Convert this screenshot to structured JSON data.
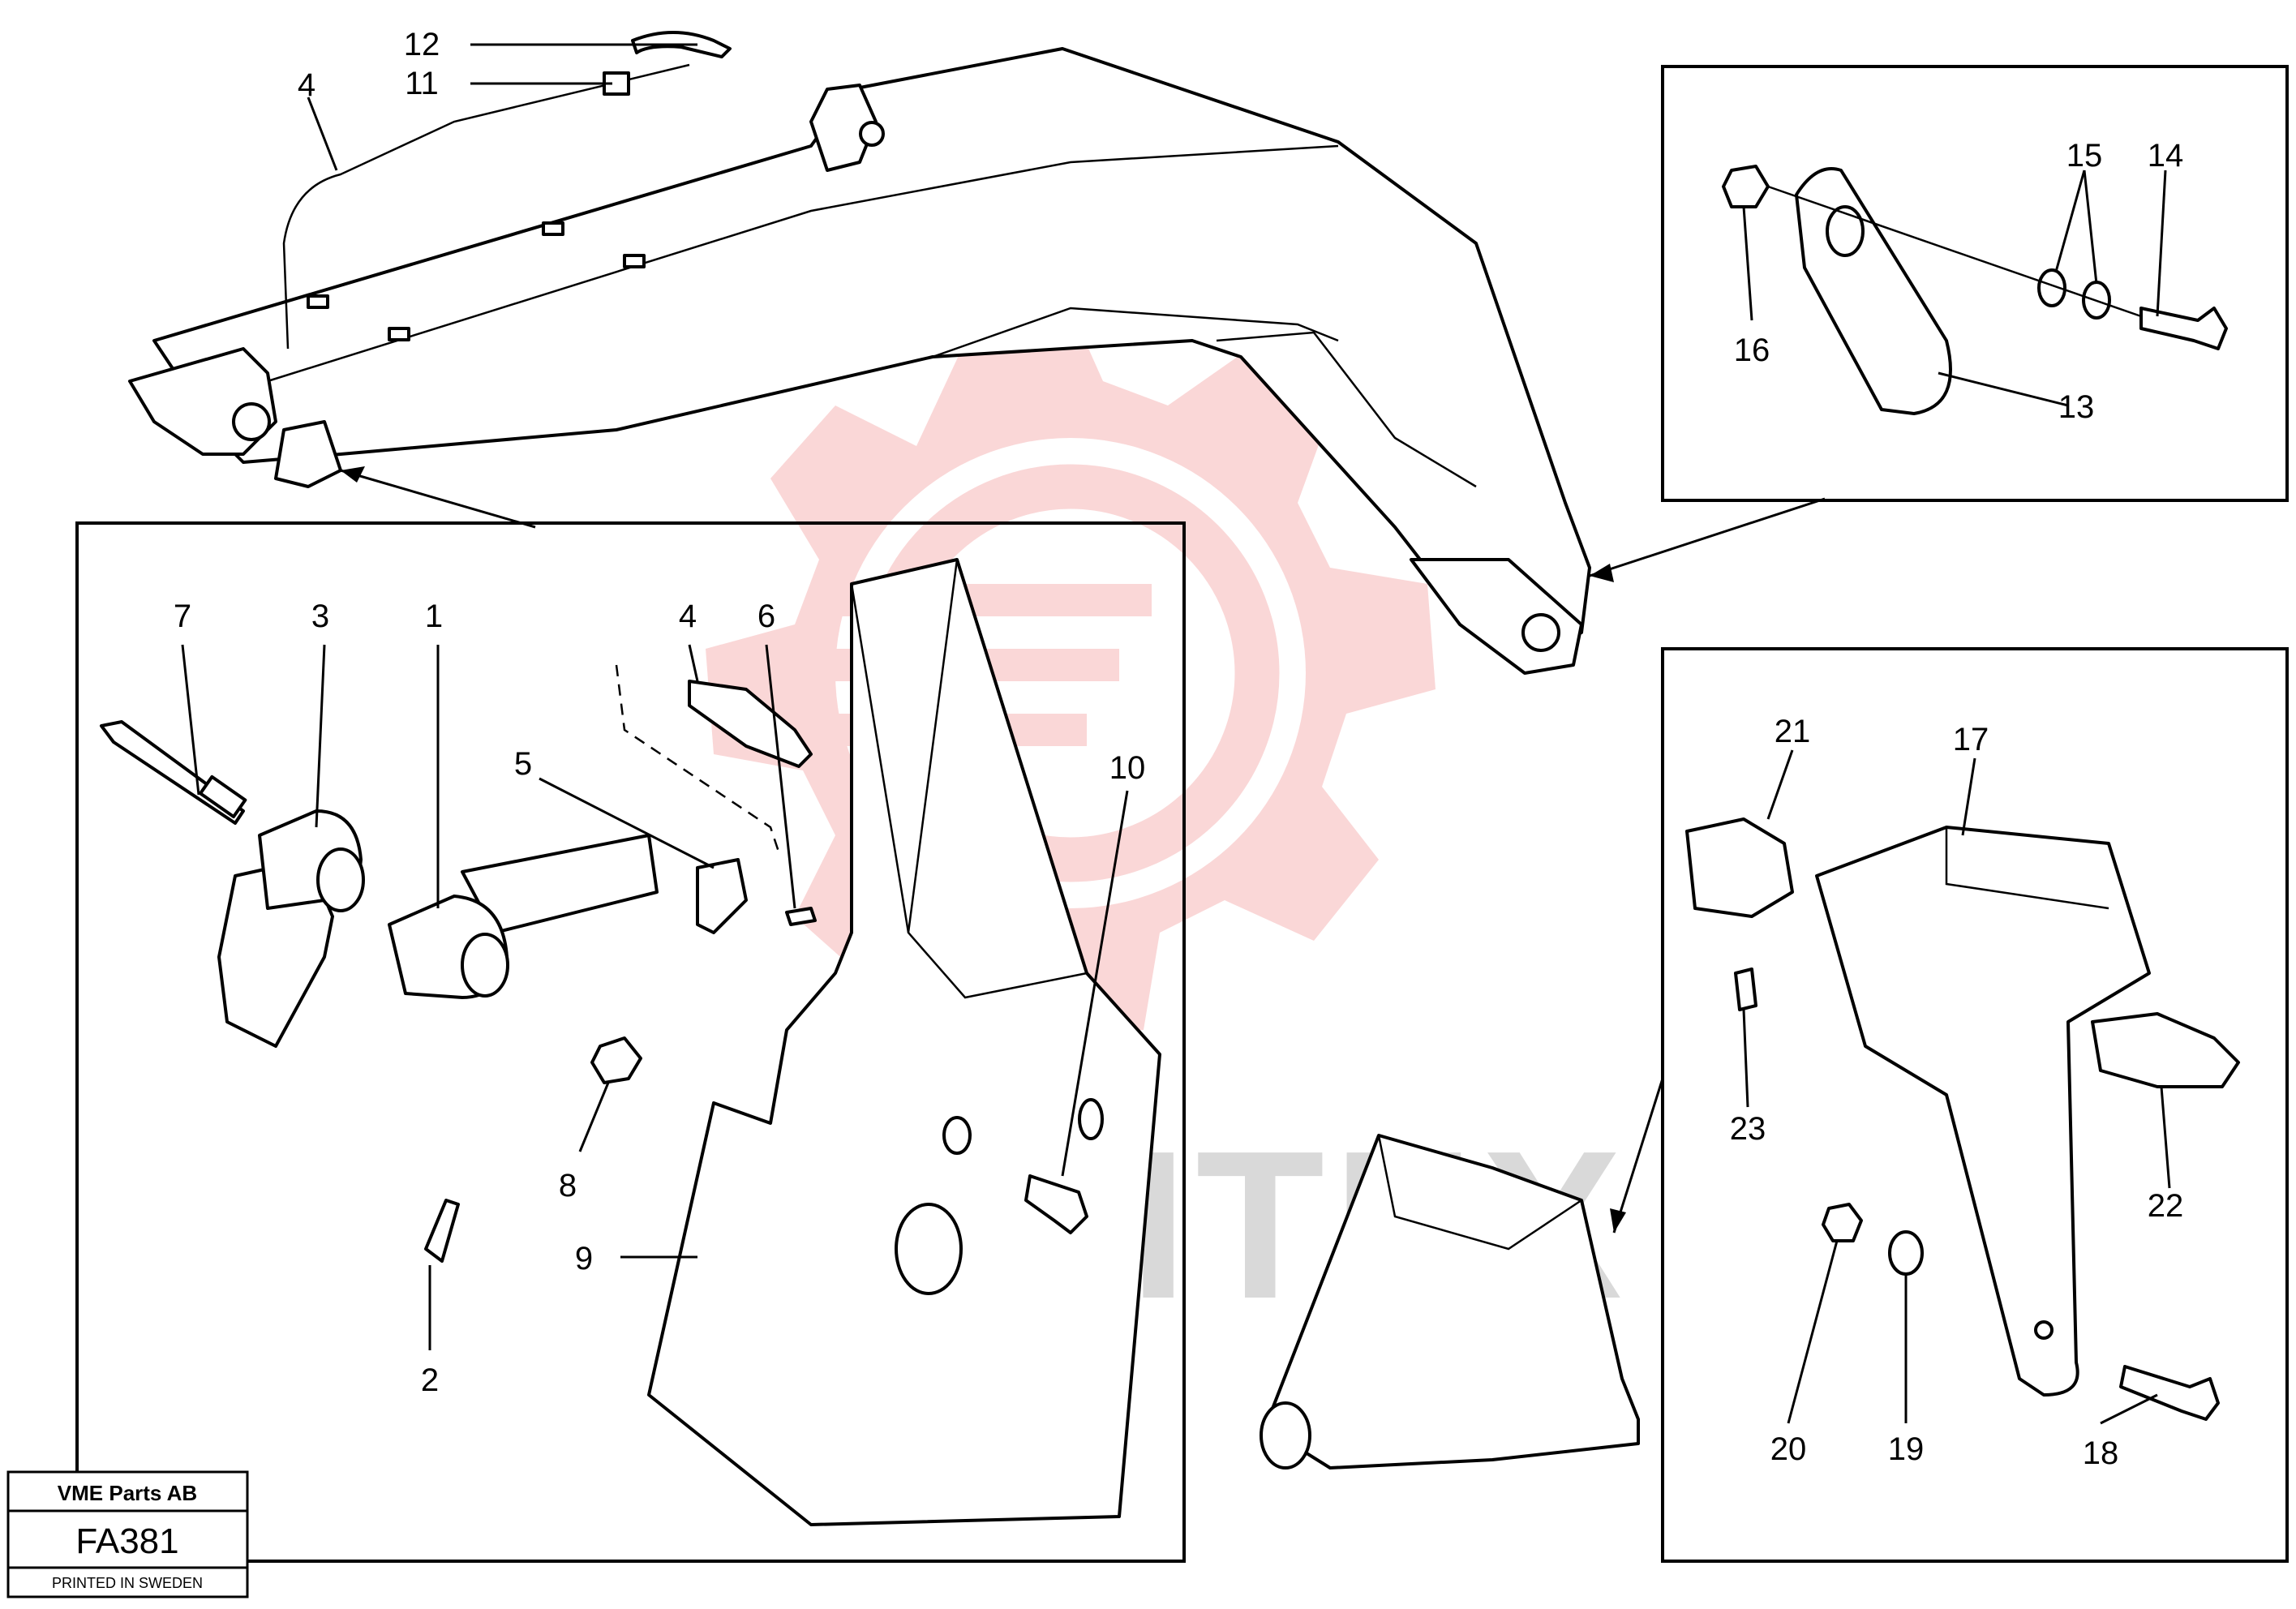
{
  "diagram": {
    "watermark_text": "MHTEX",
    "callouts": [
      {
        "id": "c1",
        "label": "1"
      },
      {
        "id": "c2",
        "label": "2"
      },
      {
        "id": "c3",
        "label": "3"
      },
      {
        "id": "c4a",
        "label": "4"
      },
      {
        "id": "c4b",
        "label": "4"
      },
      {
        "id": "c5",
        "label": "5"
      },
      {
        "id": "c6",
        "label": "6"
      },
      {
        "id": "c7",
        "label": "7"
      },
      {
        "id": "c8",
        "label": "8"
      },
      {
        "id": "c9",
        "label": "9"
      },
      {
        "id": "c10",
        "label": "10"
      },
      {
        "id": "c11",
        "label": "11"
      },
      {
        "id": "c12",
        "label": "12"
      },
      {
        "id": "c13",
        "label": "13"
      },
      {
        "id": "c14",
        "label": "14"
      },
      {
        "id": "c15",
        "label": "15"
      },
      {
        "id": "c16",
        "label": "16"
      },
      {
        "id": "c17",
        "label": "17"
      },
      {
        "id": "c18",
        "label": "18"
      },
      {
        "id": "c19",
        "label": "19"
      },
      {
        "id": "c20",
        "label": "20"
      },
      {
        "id": "c21",
        "label": "21"
      },
      {
        "id": "c22",
        "label": "22"
      },
      {
        "id": "c23",
        "label": "23"
      }
    ]
  },
  "title_block": {
    "company": "VME Parts AB",
    "drawing_code": "FA381",
    "printed": "PRINTED IN SWEDEN"
  }
}
